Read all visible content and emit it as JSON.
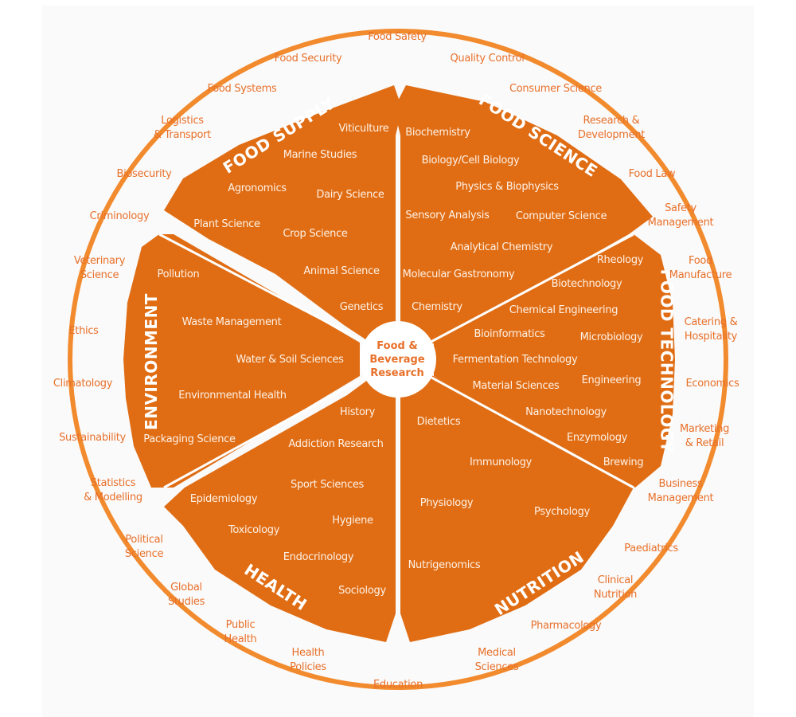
{
  "colors": {
    "sector_fill": "#e06d14",
    "ring_stroke": "#f28a2e",
    "outer_text": "#e8702a",
    "inner_text": "#fdf1e6",
    "hub_fill": "#ffffff",
    "background": "#fafafa"
  },
  "hub": {
    "label": "Food &\nBeverage\nResearch"
  },
  "sectors": [
    {
      "title": "FOOD SUPPLY",
      "topics": [
        "Viticulture",
        "Marine Studies",
        "Agronomics",
        "Dairy Science",
        "Plant Science",
        "Crop Science",
        "Animal Science",
        "Genetics"
      ]
    },
    {
      "title": "FOOD SCIENCE",
      "topics": [
        "Biochemistry",
        "Biology/Cell Biology",
        "Physics & Biophysics",
        "Sensory Analysis",
        "Computer Science",
        "Analytical Chemistry",
        "Molecular Gastronomy",
        "Chemistry"
      ]
    },
    {
      "title": "FOOD TECHNOLOGY",
      "topics": [
        "Rheology",
        "Biotechnology",
        "Chemical Engineering",
        "Bioinformatics",
        "Microbiology",
        "Fermentation Technology",
        "Engineering",
        "Material Sciences",
        "Nanotechnology",
        "Enzymology",
        "Brewing"
      ]
    },
    {
      "title": "NUTRITION",
      "topics": [
        "Dietetics",
        "Immunology",
        "Physiology",
        "Psychology",
        "Nutrigenomics"
      ]
    },
    {
      "title": "HEALTH",
      "topics": [
        "History",
        "Addiction Research",
        "Sport Sciences",
        "Epidemiology",
        "Hygiene",
        "Toxicology",
        "Endocrinology",
        "Sociology"
      ]
    },
    {
      "title": "ENVIRONMENT",
      "topics": [
        "Pollution",
        "Waste Management",
        "Water & Soil Sciences",
        "Environmental Health",
        "Packaging Science"
      ]
    }
  ],
  "outer_ring": [
    "Food Safety",
    "Quality Control",
    "Consumer Science",
    "Research &\nDevelopment",
    "Food Law",
    "Safety\nManagement",
    "Food\nManufacture",
    "Catering &\nHospitality",
    "Economics",
    "Marketing\n& Retail",
    "Business\nManagement",
    "Paediatrics",
    "Clinical\nNutrition",
    "Pharmacology",
    "Medical\nSciences",
    "Education",
    "Health\nPolicies",
    "Public\nHealth",
    "Global\nStudies",
    "Political\nScience",
    "Statistics\n& Modelling",
    "Sustainability",
    "Climatology",
    "Ethics",
    "Veterinary\nScience",
    "Criminology",
    "Biosecurity",
    "Logistics\n& Transport",
    "Food Systems",
    "Food Security"
  ]
}
